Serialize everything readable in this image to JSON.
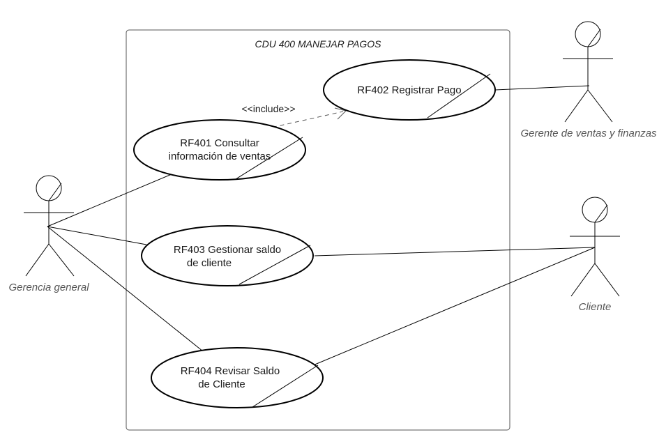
{
  "system": {
    "title": "CDU 400 MANEJAR PAGOS"
  },
  "actors": {
    "gerencia": {
      "label": "Gerencia general"
    },
    "gerente": {
      "label": "Gerente de ventas y finanzas"
    },
    "cliente": {
      "label": "Cliente"
    }
  },
  "use_cases": {
    "rf401": {
      "line1": "RF401 Consultar",
      "line2": "información de ventas"
    },
    "rf402": {
      "line1": "RF402 Registrar Pago"
    },
    "rf403": {
      "line1": "RF403 Gestionar saldo",
      "line2": "de cliente"
    },
    "rf404": {
      "line1": "RF404 Revisar Saldo",
      "line2": "de Cliente"
    }
  },
  "relations": {
    "include": {
      "label": "<<include>>"
    }
  }
}
